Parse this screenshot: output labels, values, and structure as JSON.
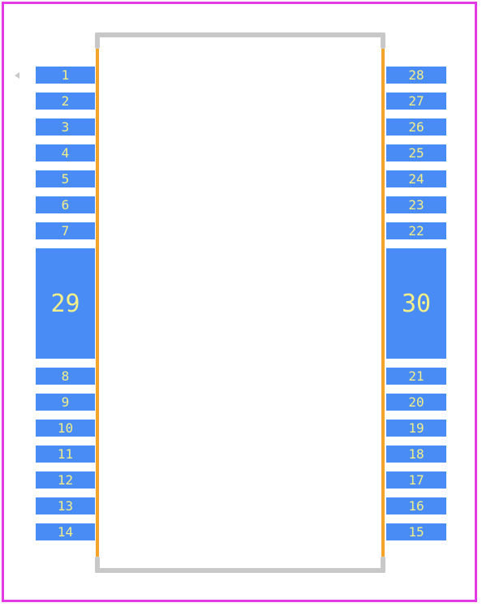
{
  "footprint": {
    "outline_color": "#e23be6",
    "pad_color": "#4a8cf5",
    "label_color": "#f2ef8a",
    "body_side_color": "#f5a42a",
    "body_edge_color": "#c8c8c8",
    "pin1_marker": "triangle-icon",
    "left_pins": [
      "1",
      "2",
      "3",
      "4",
      "5",
      "6",
      "7",
      "8",
      "9",
      "10",
      "11",
      "12",
      "13",
      "14"
    ],
    "right_pins": [
      "28",
      "27",
      "26",
      "25",
      "24",
      "23",
      "22",
      "21",
      "20",
      "19",
      "18",
      "17",
      "16",
      "15"
    ],
    "left_thermal_pad": "29",
    "right_thermal_pad": "30"
  }
}
